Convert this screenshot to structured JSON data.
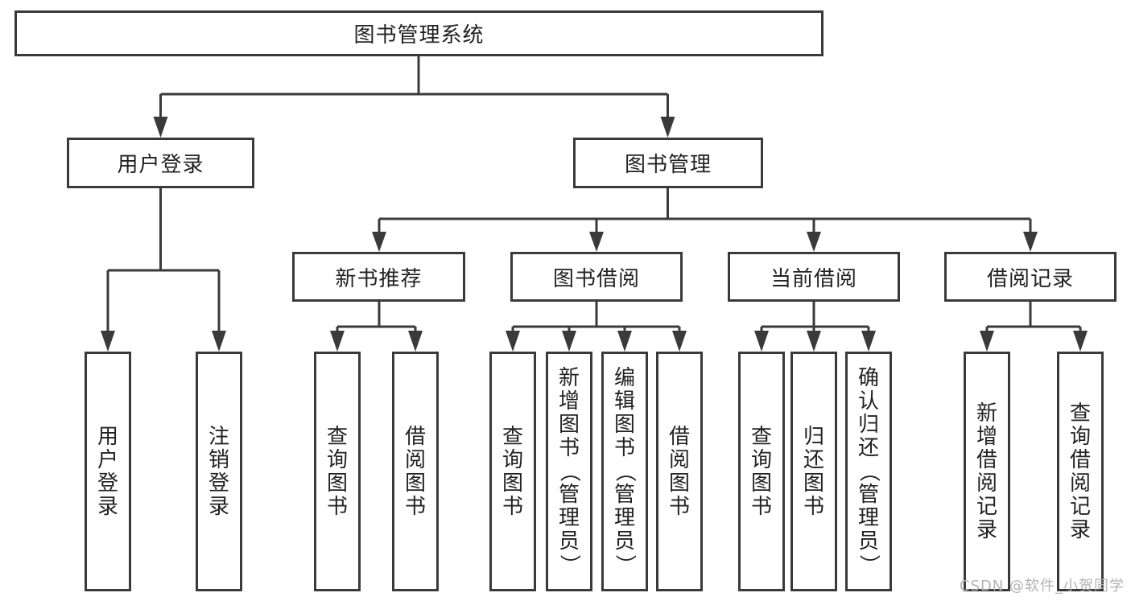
{
  "colors": {
    "line": "#3a3a3a",
    "text": "#222222",
    "background": "#ffffff",
    "watermark": "#b3b3b3"
  },
  "watermark": "CSDN @软件_小贺同学",
  "tree": {
    "label": "图书管理系统",
    "children": [
      {
        "label": "用户登录",
        "children": [
          {
            "label": "用户登录"
          },
          {
            "label": "注销登录"
          }
        ]
      },
      {
        "label": "图书管理",
        "children": [
          {
            "label": "新书推荐",
            "children": [
              {
                "label": "查询图书"
              },
              {
                "label": "借阅图书"
              }
            ]
          },
          {
            "label": "图书借阅",
            "children": [
              {
                "label": "查询图书"
              },
              {
                "label": "新增图书（管理员）"
              },
              {
                "label": "编辑图书（管理员）"
              },
              {
                "label": "借阅图书"
              }
            ]
          },
          {
            "label": "当前借阅",
            "children": [
              {
                "label": "查询图书"
              },
              {
                "label": "归还图书"
              },
              {
                "label": "确认归还（管理员）"
              }
            ]
          },
          {
            "label": "借阅记录",
            "children": [
              {
                "label": "新增借阅记录"
              },
              {
                "label": "查询借阅记录"
              }
            ]
          }
        ]
      }
    ]
  }
}
